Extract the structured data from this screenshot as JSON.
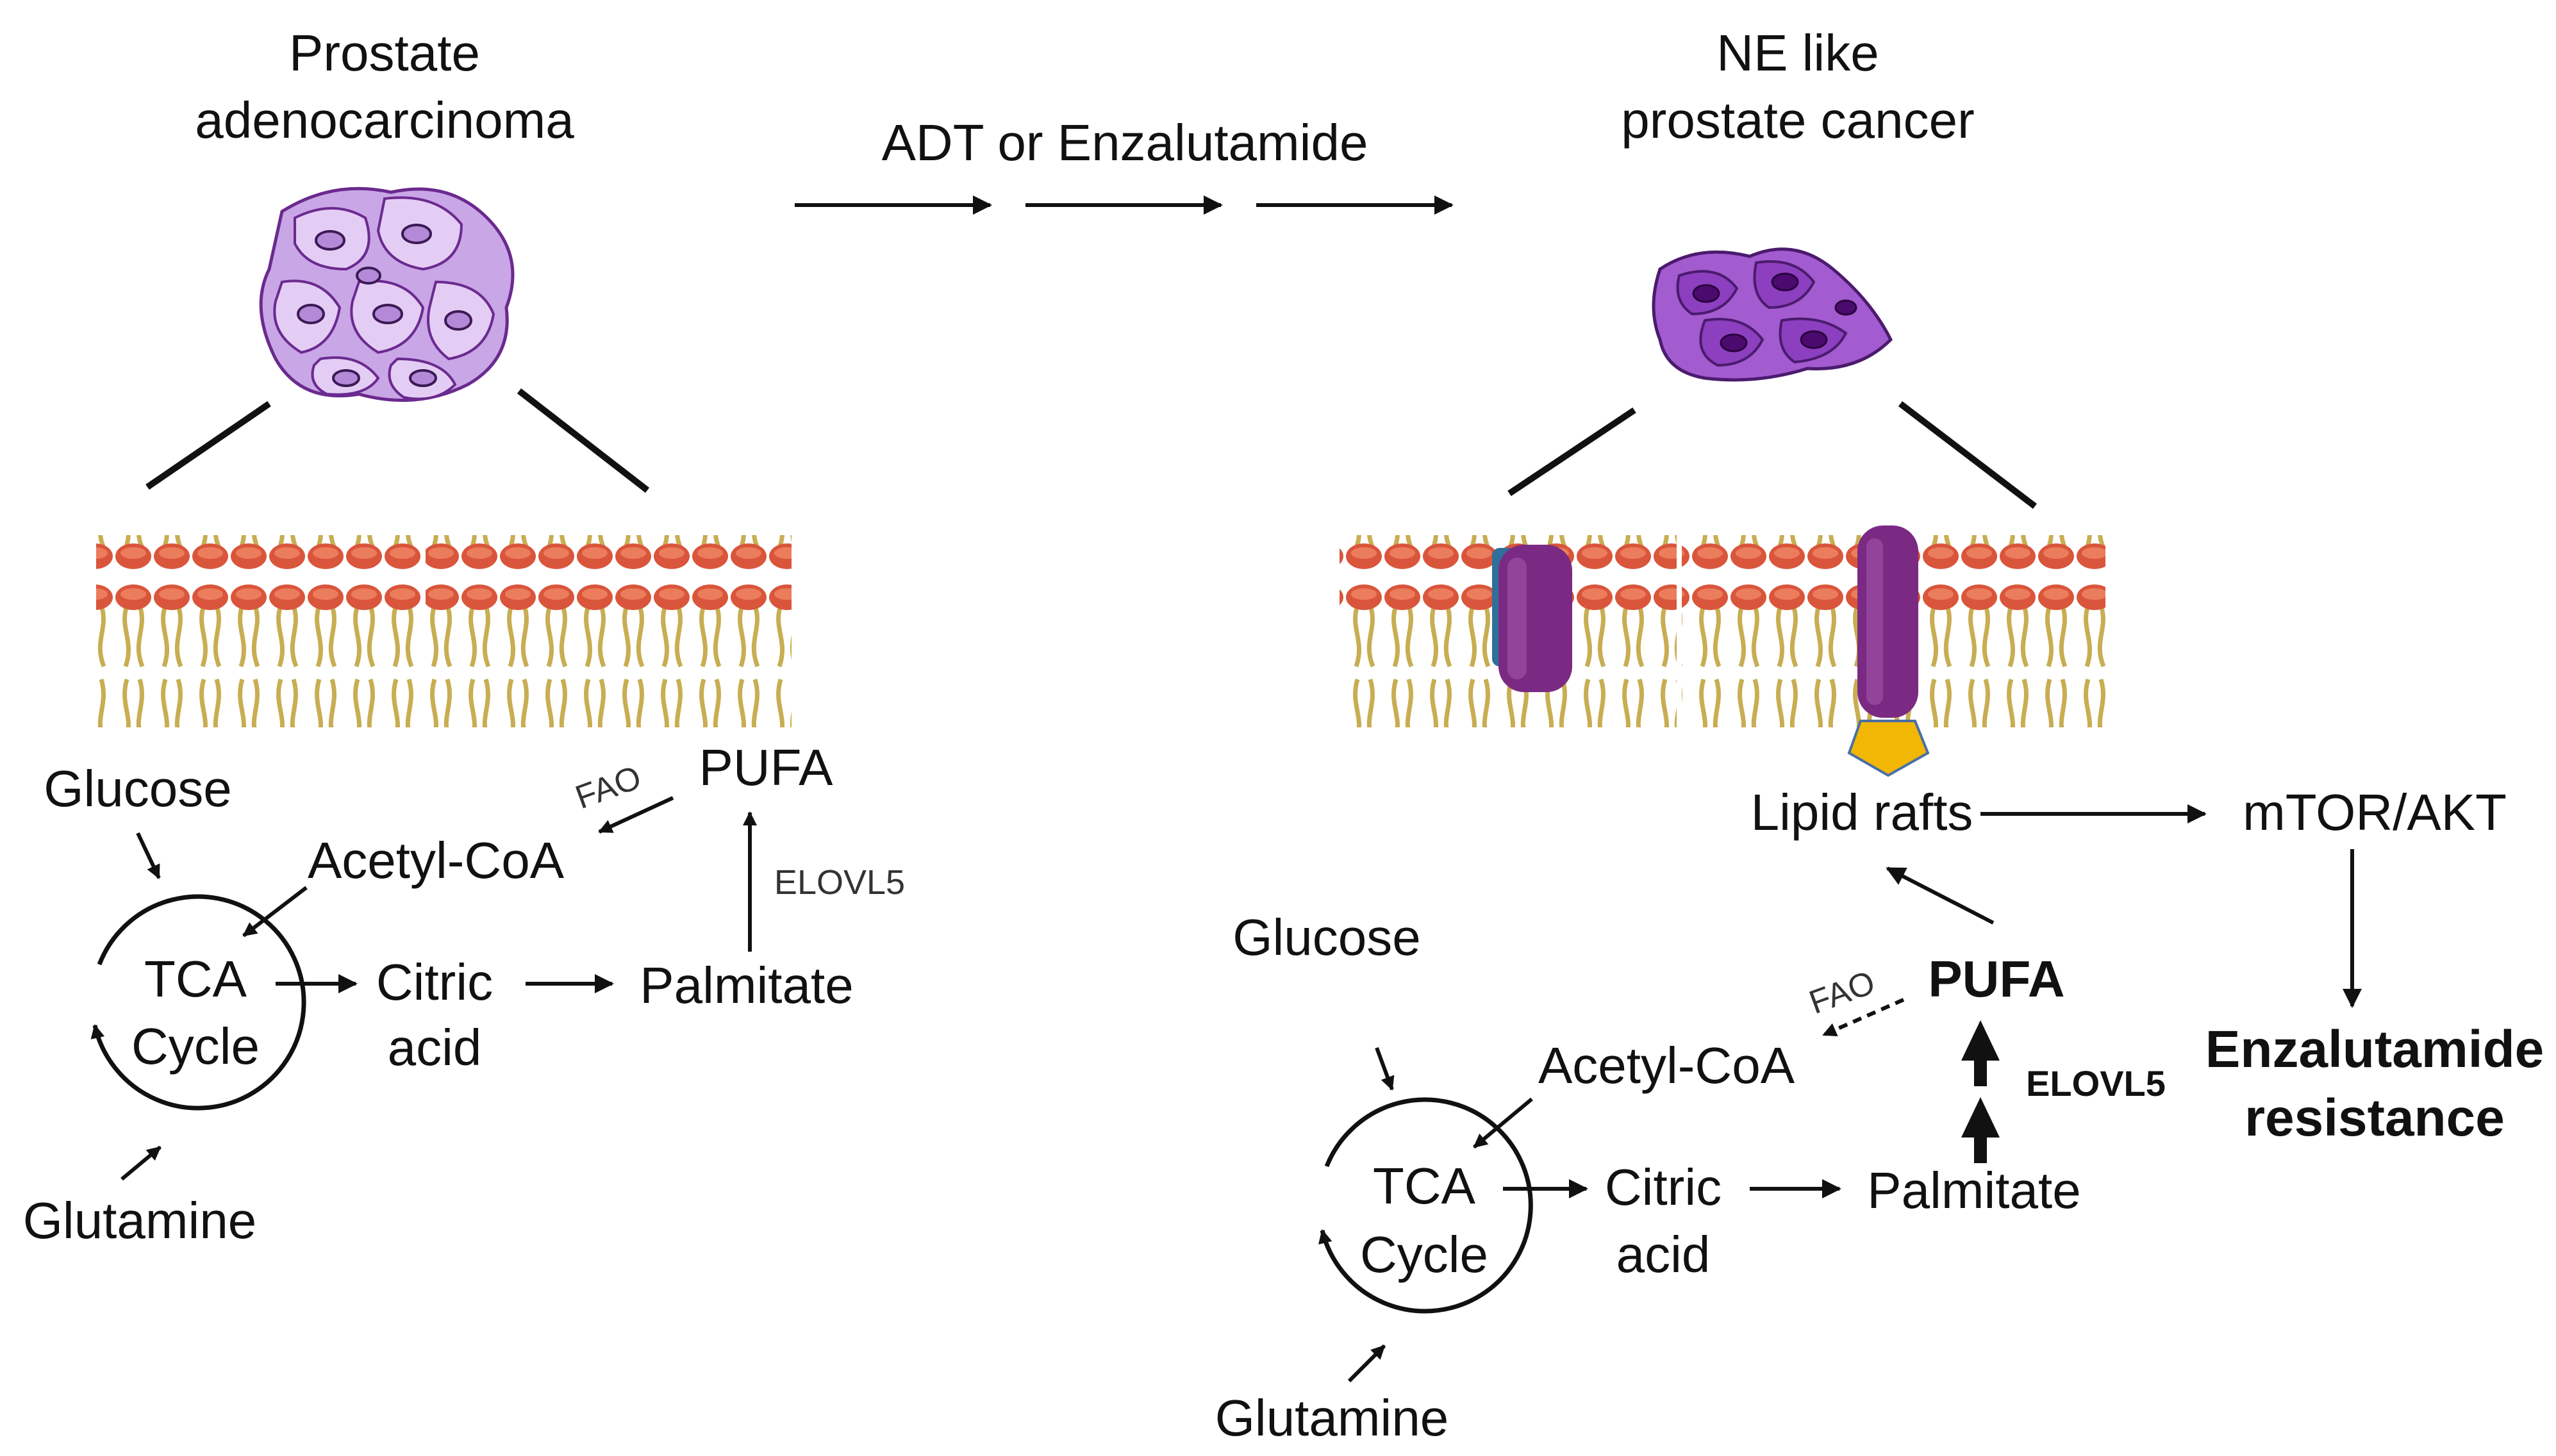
{
  "left_panel": {
    "title_line1": "Prostate",
    "title_line2": "adenocarcinoma",
    "labels": {
      "glucose": "Glucose",
      "glutamine": "Glutamine",
      "tca_line1": "TCA",
      "tca_line2": "Cycle",
      "acetyl_coa": "Acetyl-CoA",
      "citric_line1": "Citric",
      "citric_line2": "acid",
      "palmitate": "Palmitate",
      "pufa": "PUFA",
      "fao": "FAO",
      "elovl5": "ELOVL5"
    }
  },
  "middle": {
    "treatment": "ADT or Enzalutamide"
  },
  "right_panel": {
    "title_line1": "NE like",
    "title_line2": "prostate cancer",
    "labels": {
      "glucose": "Glucose",
      "glutamine": "Glutamine",
      "tca_line1": "TCA",
      "tca_line2": "Cycle",
      "acetyl_coa": "Acetyl-CoA",
      "citric_line1": "Citric",
      "citric_line2": "acid",
      "palmitate": "Palmitate",
      "pufa": "PUFA",
      "fao": "FAO",
      "elovl5": "ELOVL5",
      "lipid_rafts": "Lipid rafts",
      "mtor_akt": "mTOR/AKT",
      "resistance_line1": "Enzalutamide",
      "resistance_line2": "resistance"
    }
  },
  "colors": {
    "text": "#111111",
    "phospholipid_head": "#d9553b",
    "lipid_tail": "#c8ad52",
    "cell_light": "#c9a6e6",
    "cell_dark": "#8c3fbf",
    "protein": "#7b2a83",
    "ligand": "#f2b705"
  }
}
